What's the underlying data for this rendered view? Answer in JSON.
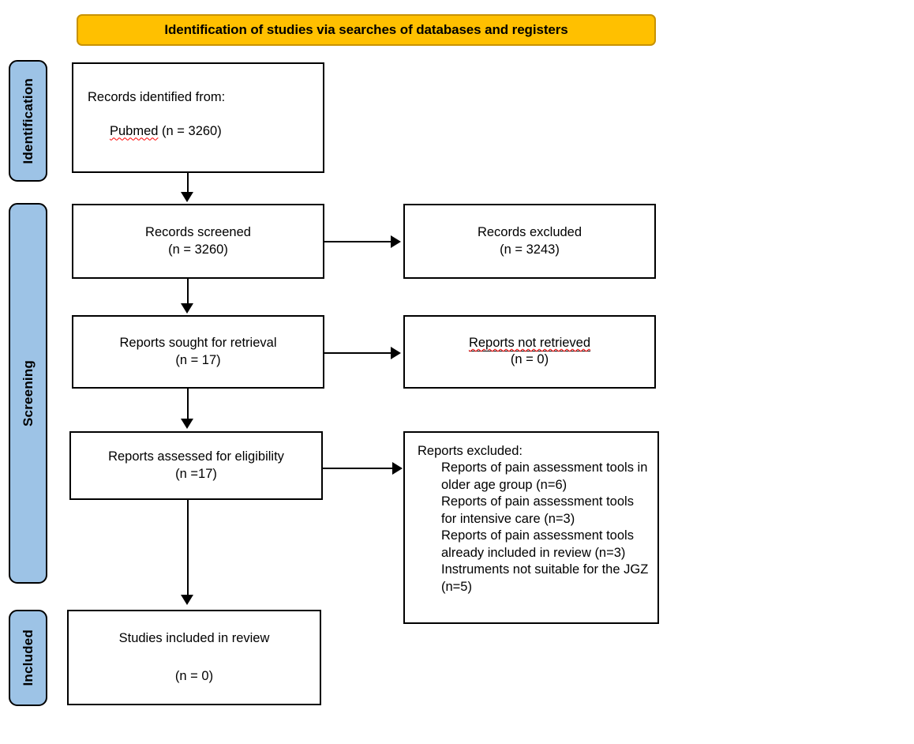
{
  "header": {
    "title": "Identification of studies via searches of databases and registers",
    "fill_color": "#FFC000",
    "border_color": "#C89200"
  },
  "stages": {
    "fill_color": "#9DC3E6",
    "identification": "Identification",
    "screening": "Screening",
    "included": "Included"
  },
  "boxes": {
    "identified": {
      "line1": "Records identified from:",
      "source_name": "Pubmed",
      "source_count": " (n = 3260)"
    },
    "records_screened": {
      "line1": "Records screened",
      "line2": "(n = 3260)"
    },
    "records_excluded": {
      "line1": "Records excluded",
      "line2": "(n = 3243)"
    },
    "reports_sought": {
      "line1": "Reports sought for retrieval",
      "line2": "(n = 17)"
    },
    "reports_not_retrieved": {
      "line1": "Reports not retrieved",
      "line2": "(n = 0)"
    },
    "reports_assessed": {
      "line1": "Reports assessed for eligibility",
      "line2": "(n =17)"
    },
    "reports_excluded": {
      "title": "Reports excluded:",
      "items": [
        "Reports of pain assessment tools in older age group (n=6)",
        "Reports of pain assessment tools for intensive care (n=3)",
        "Reports of pain assessment tools already included in review (n=3)",
        "Instruments not suitable for the JGZ (n=5)"
      ]
    },
    "studies_included": {
      "line1": "Studies included in review",
      "line2": "(n = 0)"
    }
  }
}
